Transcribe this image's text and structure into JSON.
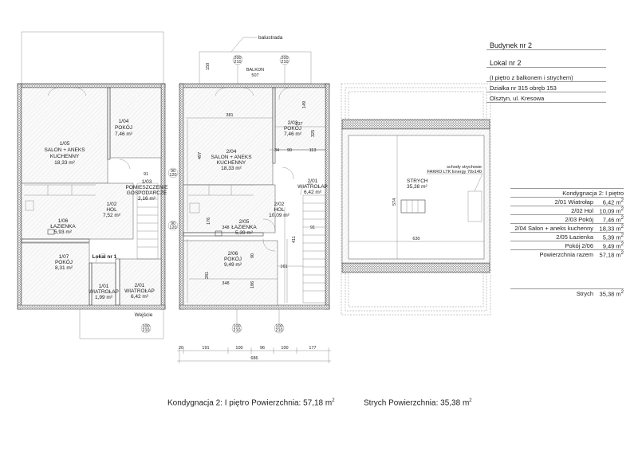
{
  "info": {
    "building": "Budynek nr 2",
    "unit": "Lokal nr 2",
    "description": "(I piętro z balkonem i strychem)",
    "plot": "Działka nr 315 obręb 153",
    "address": "Olsztyn, ul. Kresowa"
  },
  "area_table": {
    "header": "Kondygnacja 2: I piętro",
    "rows": [
      {
        "name": "2/01 Wiatrołap",
        "area": "6,42 m",
        "unit_sup": "2"
      },
      {
        "name": "2/02 Hol",
        "area": "10,09 m",
        "unit_sup": "2"
      },
      {
        "name": "2/03 Pokój",
        "area": "7,46 m",
        "unit_sup": "2"
      },
      {
        "name": "2/04 Salon + aneks kuchenny",
        "area": "18,33 m",
        "unit_sup": "2"
      },
      {
        "name": "2/05 Łazienka",
        "area": "5,39 m",
        "unit_sup": "2"
      },
      {
        "name": "Pokój 2/06",
        "area": "9,49 m",
        "unit_sup": "2"
      }
    ],
    "total_label": "Powierzchnia razem",
    "total_value": "57,18 m",
    "attic_label": "Strych",
    "attic_value": "35,38 m",
    "sup": "2"
  },
  "ground_floor": {
    "rooms": [
      {
        "num": "1/05",
        "name1": "SALON + ANEKS",
        "name2": "KUCHENNY",
        "area": "18,33 m²"
      },
      {
        "num": "1/04",
        "name1": "POKÓJ",
        "area": "7,46 m²"
      },
      {
        "num": "1/03",
        "name1": "POMIESZCZENIE",
        "name2": "GOSPODARCZE",
        "area": "2,16 m²"
      },
      {
        "num": "1/02",
        "name1": "HOL",
        "area": "7,52 m²"
      },
      {
        "num": "1/06",
        "name1": "ŁAZIENKA",
        "area": "5,93 m²"
      },
      {
        "num": "1/07",
        "name1": "POKÓJ",
        "area": "8,31 m²"
      },
      {
        "num": "1/01",
        "name1": "WIATROŁAP",
        "area": "1,99 m²"
      },
      {
        "num": "2/01",
        "name1": "WIATROŁAP",
        "area": "6,42 m²"
      }
    ],
    "unit_label": "Lokal nr 1",
    "entrance": "Wejście",
    "dim_91": "91"
  },
  "first_floor": {
    "balustrade": "balustrada",
    "balcony": "BALKON",
    "balcony_dim": "507",
    "door_top": [
      "200",
      "210"
    ],
    "door_bottom": [
      "100",
      "210"
    ],
    "window_side": [
      "90",
      "120"
    ],
    "rooms": [
      {
        "num": "2/04",
        "name1": "SALON + ANEKS",
        "name2": "KUCHENNY",
        "area": "18,33 m²"
      },
      {
        "num": "2/03",
        "name1": "POKÓJ",
        "area": "7,46 m²"
      },
      {
        "num": "2/01",
        "name1": "WIATROŁAP",
        "area": "6,42 m²"
      },
      {
        "num": "2/02",
        "name1": "HOL",
        "area": "10,09 m²"
      },
      {
        "num": "2/05",
        "name1": "ŁAZIENKA",
        "area": "5,39 m²"
      },
      {
        "num": "2/06",
        "name1": "POKÓJ",
        "area": "9,49 m²"
      }
    ],
    "dims": {
      "d150": "150",
      "d381": "381",
      "d237": "237",
      "d149": "149",
      "d325": "325",
      "d497": "497",
      "d34": "34",
      "d90": "90",
      "d113": "113",
      "d176": "176",
      "d348a": "348",
      "d411": "411",
      "d91": "91",
      "d281": "281",
      "d348b": "348",
      "d161": "161",
      "d186": "186",
      "d90b": "90"
    },
    "bottom_dims": [
      "20",
      "191",
      "100",
      "96",
      "100",
      "177"
    ],
    "total_dim": "686"
  },
  "attic": {
    "room": "STRYCH",
    "area": "35,38 m²",
    "stairs1": "schody strychowe",
    "stairs2": "FAKRO LTK Energy 70x140",
    "dim_v": "574",
    "dim_h": "630"
  },
  "captions": {
    "floor": "Kondygnacja 2: I piętro  Powierzchnia: 57,18 m",
    "attic": "Strych  Powierzchnia: 35,38 m",
    "sup": "2"
  }
}
